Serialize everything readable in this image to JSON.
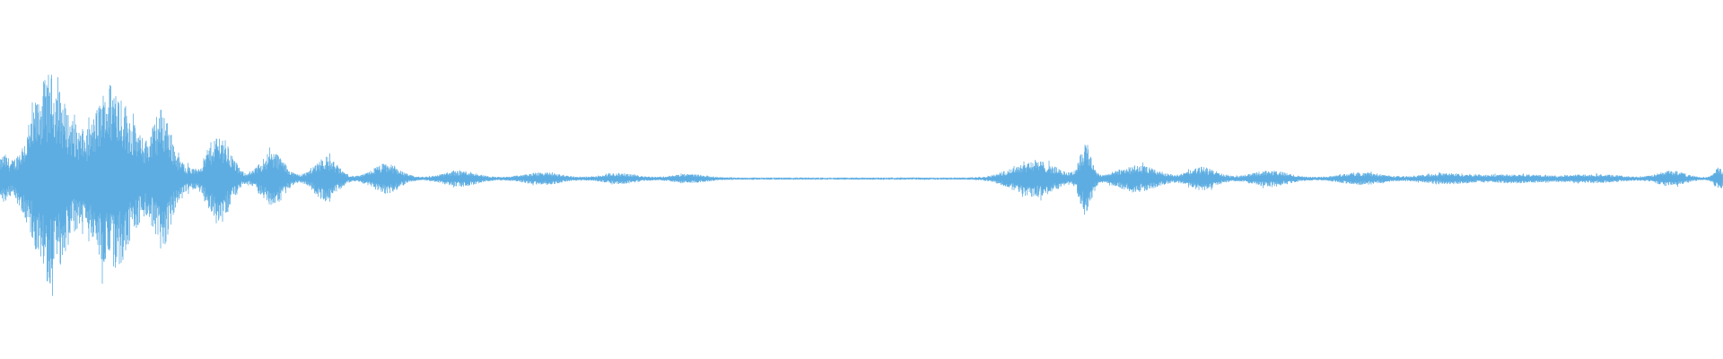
{
  "waveform": {
    "color": "#5dade2",
    "background": "#ffffff",
    "bursts": [
      {
        "t": 0.002,
        "amp": 0.11,
        "width": 0.006
      },
      {
        "t": 0.011,
        "amp": 0.05,
        "width": 0.01
      },
      {
        "t": 0.029,
        "amp": 0.58,
        "width": 0.02
      },
      {
        "t": 0.044,
        "amp": 0.06,
        "width": 0.008
      },
      {
        "t": 0.065,
        "amp": 0.54,
        "width": 0.022
      },
      {
        "t": 0.08,
        "amp": 0.05,
        "width": 0.008
      },
      {
        "t": 0.094,
        "amp": 0.38,
        "width": 0.012
      },
      {
        "t": 0.108,
        "amp": 0.05,
        "width": 0.008
      },
      {
        "t": 0.127,
        "amp": 0.25,
        "width": 0.014
      },
      {
        "t": 0.158,
        "amp": 0.15,
        "width": 0.014
      },
      {
        "t": 0.189,
        "amp": 0.12,
        "width": 0.014
      },
      {
        "t": 0.224,
        "amp": 0.08,
        "width": 0.016
      },
      {
        "t": 0.267,
        "amp": 0.04,
        "width": 0.02
      },
      {
        "t": 0.315,
        "amp": 0.03,
        "width": 0.022
      },
      {
        "t": 0.36,
        "amp": 0.025,
        "width": 0.02
      },
      {
        "t": 0.4,
        "amp": 0.02,
        "width": 0.02
      },
      {
        "t": 0.6,
        "amp": 0.1,
        "width": 0.026
      },
      {
        "t": 0.63,
        "amp": 0.19,
        "width": 0.007
      },
      {
        "t": 0.66,
        "amp": 0.07,
        "width": 0.024
      },
      {
        "t": 0.698,
        "amp": 0.06,
        "width": 0.016
      },
      {
        "t": 0.737,
        "amp": 0.04,
        "width": 0.022
      },
      {
        "t": 0.79,
        "amp": 0.03,
        "width": 0.024
      },
      {
        "t": 0.84,
        "amp": 0.025,
        "width": 0.03
      },
      {
        "t": 0.88,
        "amp": 0.02,
        "width": 0.03
      },
      {
        "t": 0.925,
        "amp": 0.02,
        "width": 0.03
      },
      {
        "t": 0.97,
        "amp": 0.04,
        "width": 0.016
      },
      {
        "t": 0.998,
        "amp": 0.06,
        "width": 0.006
      }
    ],
    "noise_floor": 0.006
  }
}
